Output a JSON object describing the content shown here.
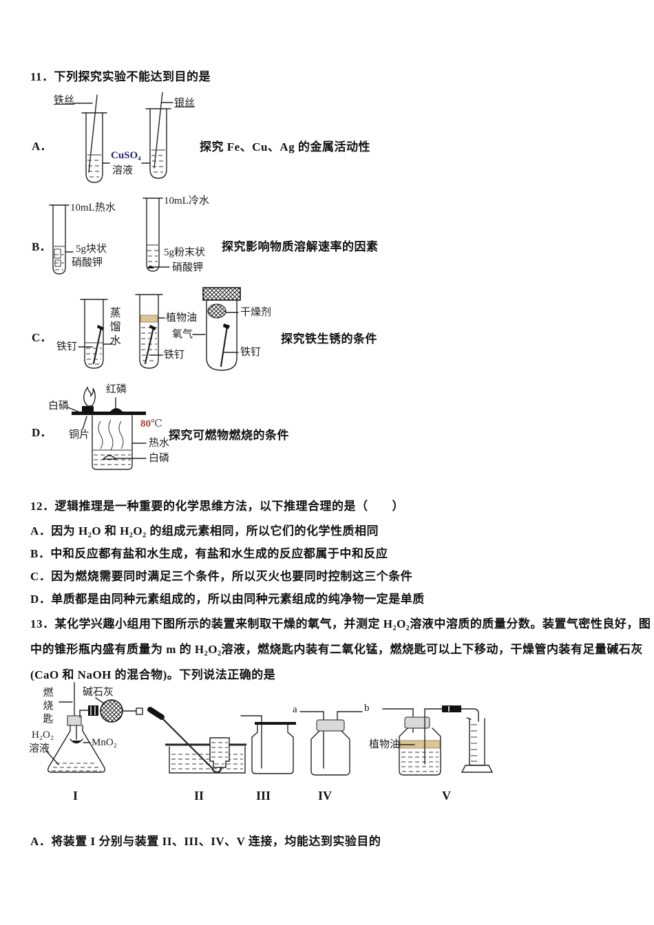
{
  "q11": {
    "title": "11．下列探究实验不能达到目的是",
    "a": {
      "letter": "A．",
      "caption": "探究 Fe、Cu、Ag 的金属活动性",
      "wire_left": "铁丝",
      "wire_right": "银丝",
      "salt": "CuSO₄",
      "solution": "溶液"
    },
    "b": {
      "letter": "B．",
      "caption": "探究影响物质溶解速率的因素",
      "hot": "10mL热水",
      "cold": "10mL冷水",
      "lump1": "5g块状",
      "lump2": "硝酸钾",
      "powder1": "5g粉末状",
      "powder2": "硝酸钾"
    },
    "c": {
      "letter": "C．",
      "caption": "探究铁生锈的条件",
      "nail1": "铁钉",
      "distilled": "蒸馏水",
      "oil": "植物油",
      "oxygen": "氧气",
      "nail2": "铁钉",
      "desiccant": "干燥剂",
      "nail3": "铁钉"
    },
    "d": {
      "letter": "D．",
      "caption": "探究可燃物燃烧的条件",
      "temp_num": "80",
      "temp_unit": "℃",
      "red_p": "红磷",
      "white_p_top": "白磷",
      "copper": "铜片",
      "hot_water": "热水",
      "white_p_bottom": "白磷"
    }
  },
  "q12": {
    "title": "12．逻辑推理是一种重要的化学思维方法，以下推理合理的是（　　）",
    "options": [
      "A．因为 H₂O 和 H₂O₂ 的组成元素相同，所以它们的化学性质相同",
      "B．中和反应都有盐和水生成，有盐和水生成的反应都属于中和反应",
      "C．因为燃烧需要同时满足三个条件，所以灭火也要同时控制这三个条件",
      "D．单质都是由同种元素组成的，所以由同种元素组成的纯净物一定是单质"
    ]
  },
  "q13": {
    "lines": [
      "13．某化学兴趣小组用下图所示的装置来制取干燥的氧气，并测定 H₂O₂溶液中溶质的质量分数。装置气密性良好，图",
      "中的锥形瓶内盛有质量为 m 的 H₂O₂溶液，燃烧匙内装有二氧化锰，燃烧匙可以上下移动，干燥管内装有足量碱石灰",
      "(CaO 和 NaOH 的混合物)。下列说法正确的是"
    ],
    "apparatus": {
      "spoon": "燃烧匙",
      "soda_lime": "碱石灰",
      "h2o2": "H₂O₂",
      "h2o2_solution": "溶液",
      "mno2": "MnO₂",
      "port_a": "a",
      "port_b": "b",
      "veg_oil": "植物油",
      "labels": [
        "I",
        "II",
        "III",
        "IV",
        "V"
      ]
    },
    "option_a": "A．将装置 I 分别与装置 II、III、IV、V 连接，均能达到实验目的"
  }
}
